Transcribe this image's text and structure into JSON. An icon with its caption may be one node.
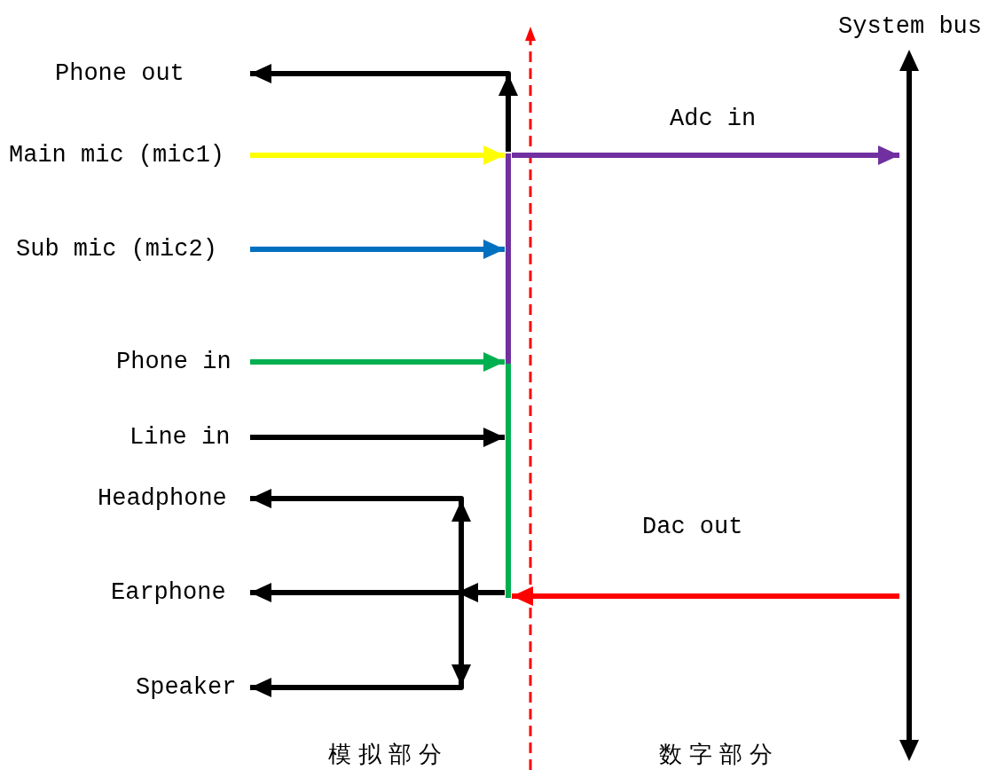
{
  "diagram": {
    "nodes": [
      {
        "text": [
          "Phone out"
        ]
      },
      {
        "text": [
          "Main mic (mic1)"
        ]
      },
      {
        "text": [
          "Sub mic (mic2)"
        ]
      },
      {
        "text": [
          "Phone in"
        ]
      },
      {
        "text": [
          "Line in"
        ]
      },
      {
        "text": [
          "Headphone"
        ]
      },
      {
        "text": [
          "Earphone"
        ]
      },
      {
        "text": [
          "Speaker"
        ]
      },
      {
        "text": [
          "System bus"
        ]
      },
      {
        "text": [],
        "shape": "bar"
      },
      {
        "text": [],
        "shape": "bar"
      }
    ],
    "edges": [
      {
        "from": 1,
        "to": 10,
        "arrow": "to",
        "color": "#ffff00"
      },
      {
        "from": 2,
        "to": 10,
        "arrow": "to",
        "color": "#0070c0"
      },
      {
        "from": 3,
        "to": 10,
        "arrow": "to",
        "color": "#00b050"
      },
      {
        "from": 4,
        "to": 10,
        "arrow": "to"
      },
      {
        "from": 10,
        "to": 0,
        "arrow": "to"
      },
      {
        "from": 10,
        "to": 9,
        "arrow": "to",
        "label": "Adc in",
        "color": "#7030a0"
      },
      {
        "from": 9,
        "to": 10,
        "arrow": "to",
        "label": "Dac out",
        "color": "#ff0000"
      },
      {
        "from": 10,
        "to": 6,
        "arrow": "to"
      },
      {
        "from": 10,
        "to": 5,
        "arrow": "to"
      },
      {
        "from": 10,
        "to": 7,
        "arrow": "to"
      }
    ],
    "labels": [
      "模拟部分",
      "数字部分"
    ]
  }
}
